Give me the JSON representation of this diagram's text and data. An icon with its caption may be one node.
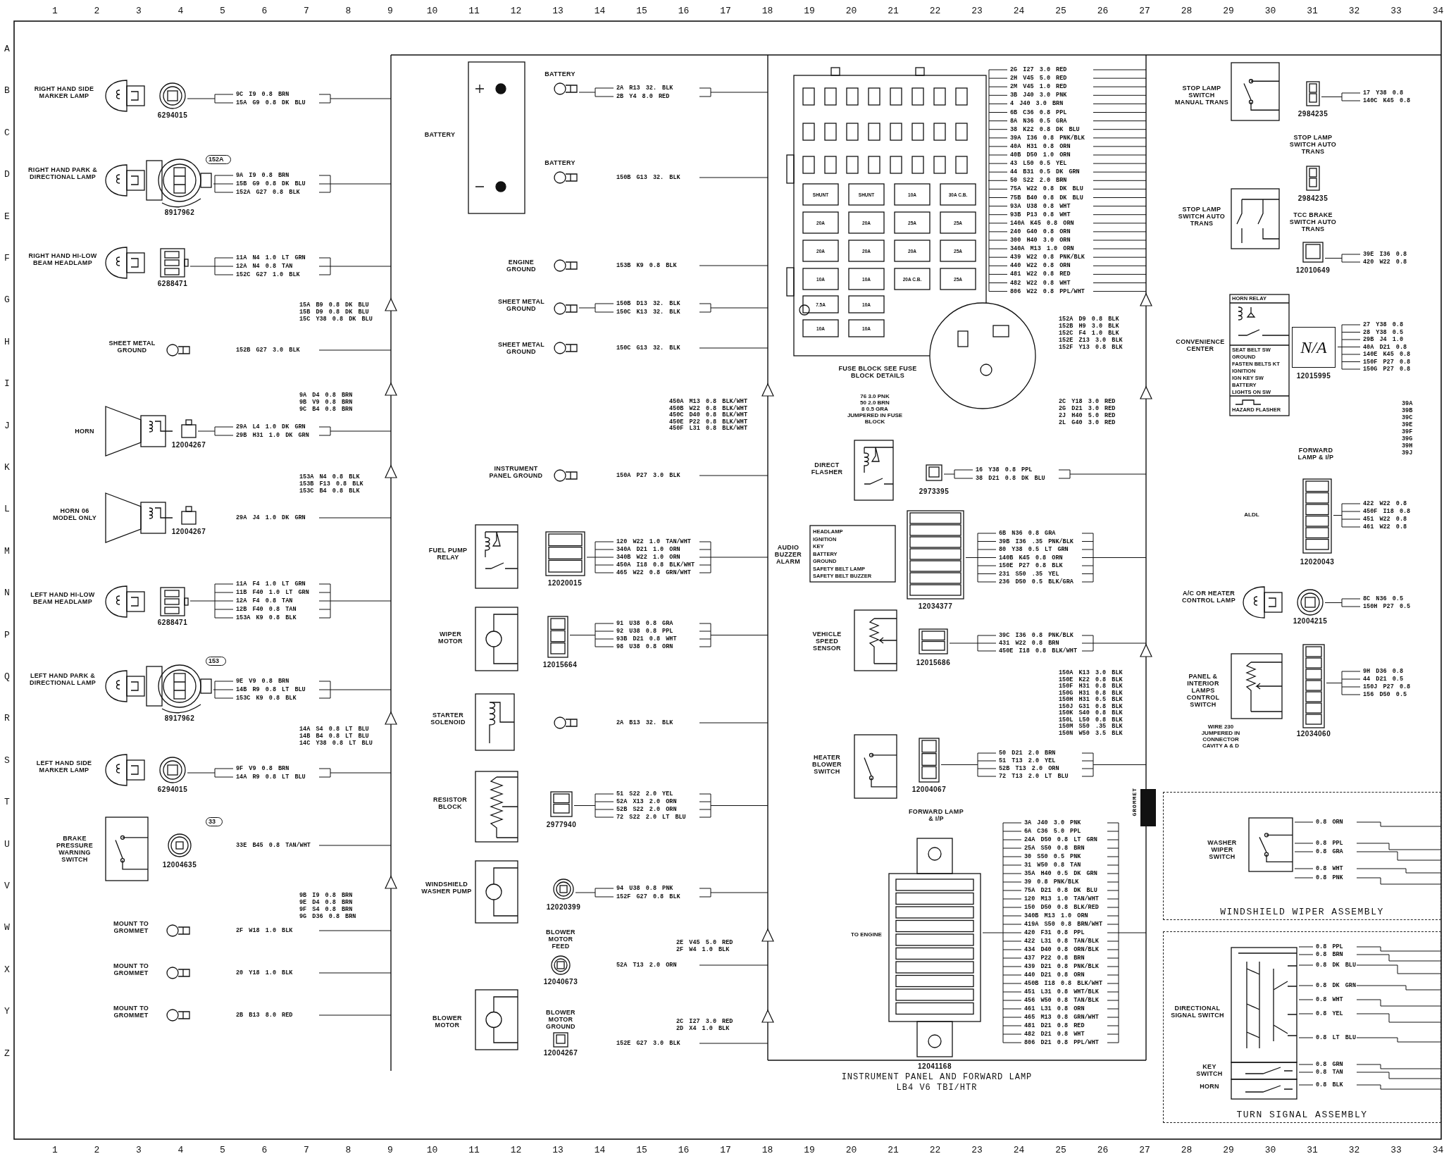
{
  "diagram": {
    "title": "INSTRUMENT PANEL AND FORWARD LAMP LB4 V6 TBI/HTR",
    "nodes": [
      {
        "text": [
          "RIGHT HAND SIDE MARKER LAMP"
        ]
      },
      {
        "text": [
          "RIGHT HAND PARK & DIRECTIONAL LAMP"
        ]
      },
      {
        "text": [
          "RIGHT HAND HI-LOW BEAM HEADLAMP"
        ]
      },
      {
        "text": [
          "SHEET METAL GROUND"
        ]
      },
      {
        "text": [
          "HORN"
        ]
      },
      {
        "text": [
          "HORN 06 MODEL ONLY"
        ]
      },
      {
        "text": [
          "LEFT HAND HI-LOW BEAM HEADLAMP"
        ]
      },
      {
        "text": [
          "LEFT HAND PARK & DIRECTIONAL LAMP"
        ]
      },
      {
        "text": [
          "LEFT HAND SIDE MARKER LAMP"
        ]
      },
      {
        "text": [
          "BRAKE PRESSURE WARNING SWITCH"
        ]
      },
      {
        "text": [
          "MOUNT TO GROMMET"
        ]
      },
      {
        "text": [
          "MOUNT TO GROMMET"
        ]
      },
      {
        "text": [
          "MOUNT TO GROMMET"
        ]
      },
      {
        "text": [
          "BATTERY"
        ]
      },
      {
        "text": [
          "BATTERY"
        ]
      },
      {
        "text": [
          "BATTERY"
        ]
      },
      {
        "text": [
          "ENGINE GROUND"
        ]
      },
      {
        "text": [
          "SHEET METAL GROUND"
        ]
      },
      {
        "text": [
          "SHEET METAL GROUND"
        ]
      },
      {
        "text": [
          "INSTRUMENT PANEL GROUND"
        ]
      },
      {
        "text": [
          "FUEL PUMP RELAY"
        ]
      },
      {
        "text": [
          "WIPER MOTOR"
        ]
      },
      {
        "text": [
          "STARTER SOLENOID"
        ]
      },
      {
        "text": [
          "RESISTOR BLOCK"
        ]
      },
      {
        "text": [
          "WINDSHIELD WASHER PUMP"
        ]
      },
      {
        "text": [
          "BLOWER MOTOR FEED"
        ]
      },
      {
        "text": [
          "BLOWER MOTOR"
        ]
      },
      {
        "text": [
          "BLOWER MOTOR GROUND"
        ]
      },
      {
        "text": [
          "FUSE BLOCK SEE FUSE BLOCK DETAILS"
        ]
      },
      {
        "text": [
          "DIRECT FLASHER"
        ]
      },
      {
        "text": [
          "AUDIO BUZZER ALARM"
        ]
      },
      {
        "text": [
          "VEHICLE SPEED SENSOR"
        ]
      },
      {
        "text": [
          "HEATER BLOWER SWITCH"
        ]
      },
      {
        "text": [
          "FORWARD LAMP & I/P"
        ]
      },
      {
        "text": [
          "STOP LAMP SWITCH MANUAL TRANS"
        ]
      },
      {
        "text": [
          "STOP LAMP SWITCH AUTO TRANS"
        ]
      },
      {
        "text": [
          "STOP LAMP SWITCH AUTO TRANS"
        ]
      },
      {
        "text": [
          "TCC BRAKE SWITCH AUTO TRANS"
        ]
      },
      {
        "text": [
          "CONVENIENCE CENTER"
        ]
      },
      {
        "text": [
          "FORWARD LAMP & I/P"
        ]
      },
      {
        "text": [
          "A/C OR HEATER CONTROL LAMP"
        ]
      },
      {
        "text": [
          "PANEL & INTERIOR LAMPS CONTROL SWITCH"
        ]
      },
      {
        "text": [
          "WINDSHIELD WIPER ASSEMBLY"
        ]
      },
      {
        "text": [
          "WASHER WIPER SWITCH"
        ],
        "in": 42
      },
      {
        "text": [
          "TURN SIGNAL ASSEMBLY"
        ]
      },
      {
        "text": [
          "DIRECTIONAL SIGNAL SWITCH"
        ],
        "in": 44
      },
      {
        "text": [
          "KEY SWITCH"
        ],
        "in": 44
      },
      {
        "text": [
          "HORN"
        ],
        "in": 44
      }
    ],
    "labels": [
      "1",
      "2",
      "3",
      "4",
      "5",
      "6",
      "7",
      "8",
      "9",
      "10",
      "11",
      "12",
      "13",
      "14",
      "15",
      "16",
      "17",
      "18",
      "19",
      "20",
      "21",
      "22",
      "23",
      "24",
      "25",
      "26",
      "27",
      "28",
      "29",
      "30",
      "31",
      "32",
      "33",
      "34",
      "A",
      "B",
      "C",
      "D",
      "E",
      "F",
      "G",
      "H",
      "I",
      "J",
      "K",
      "L",
      "M",
      "N",
      "P",
      "Q",
      "R",
      "S",
      "T",
      "U",
      "V",
      "W",
      "X",
      "Y",
      "Z",
      "15A B9 0.8 DK BLU",
      "15B D9 0.8 DK BLU",
      "15C Y38 0.8 DK BLU",
      "9A D4 0.8 BRN",
      "9B V9 0.8 BRN",
      "9C B4 0.8 BRN",
      "153A N4 0.8 BLK",
      "153B F13 0.8 BLK",
      "153C B4 0.8 BLK",
      "14A S4 0.8 LT BLU",
      "14B B4 0.8 LT BLU",
      "14C Y38 0.8 LT BLU",
      "9B I9 0.8 BRN",
      "9E D4 0.8 BRN",
      "9F S4 0.8 BRN",
      "9G D36 0.8 BRN",
      "152A",
      "153",
      "33",
      "450A M13 0.8 BLK/WHT",
      "450B W22 0.8 BLK/WHT",
      "450C D40 0.8 BLK/WHT",
      "450E P22 0.8 BLK/WHT",
      "450F L31 0.8 BLK/WHT",
      "2E V45 5.0 RED",
      "2F W4 1.0 BLK",
      "2C I27 3.0 RED",
      "2D X4 1.0 BLK",
      "SHUNT",
      "SHUNT",
      "10A",
      "30A C.B.",
      "20A",
      "20A",
      "25A",
      "25A",
      "20A",
      "20A",
      "20A",
      "25A",
      "10A",
      "10A",
      "20A C.B.",
      "25A",
      "7.5A",
      "10A",
      "10A",
      "10A",
      "152A D9 0.8 BLK",
      "152B H9 3.0 BLK",
      "152C F4 1.0 BLK",
      "152E Z13 3.0 BLK",
      "152F Y13 0.8 BLK",
      "2C Y18 3.0 RED",
      "2G D21 3.0 RED",
      "2J H40 5.0 RED",
      "2L G40 3.0 RED",
      "76 3.0 PNK",
      "50 2.0 BRN",
      "8 0.5 GRA",
      "JUMPERED IN FUSE BLOCK",
      "HEADLAMP",
      "IGNITION",
      "KEY",
      "BATTERY",
      "GROUND",
      "SAFETY BELT LAMP",
      "SAFETY BELT BUZZER",
      "150A K13 3.0 BLK",
      "150E K22 0.8 BLK",
      "150F H31 0.8 BLK",
      "150G H31 0.8 BLK",
      "150H H31 0.5 BLK",
      "150J G31 0.8 BLK",
      "150K S40 0.8 BLK",
      "150L L50 0.8 BLK",
      "150M S50 .35 BLK",
      "150N W50 3.5 BLK",
      "GROMMET",
      "TO ENGINE",
      "ALDL",
      "N/A",
      "HORN RELAY",
      "SEAT BELT SW",
      "GROUND",
      "FASTEN BELTS KT",
      "IGNITION",
      "IGN KEY SW",
      "BATTERY",
      "LIGHTS ON SW",
      "HAZARD FLASHER",
      "39A",
      "39B",
      "39C",
      "39E",
      "39F",
      "39G",
      "39H",
      "39J",
      "WIRE 230 JUMPERED IN CONNECTOR CAVITY A & D",
      "1",
      "2",
      "3",
      "4",
      "5",
      "6",
      "7",
      "8",
      "9",
      "10",
      "11",
      "12",
      "13",
      "14",
      "15",
      "16",
      "17",
      "18",
      "19",
      "20",
      "21",
      "22",
      "23",
      "24",
      "25",
      "26",
      "27",
      "28",
      "29",
      "30",
      "31",
      "32",
      "33",
      "34",
      "6294015",
      "9C I9 0.8 BRN",
      "15A G9 0.8 DK BLU",
      "8917962",
      "9A I9 0.8 BRN",
      "15B G9 0.8 DK BLU",
      "152A G27 0.8 BLK",
      "6288471",
      "11A N4 1.0 LT GRN",
      "12A N4 0.8 TAN",
      "152C G27 1.0 BLK",
      "152B G27 3.0 BLK",
      "12004267",
      "29A L4 1.0 DK GRN",
      "29B H31 1.0 DK GRN",
      "12004267",
      "29A J4 1.0 DK GRN",
      "6288471",
      "11A F4 1.0 LT GRN",
      "11B F40 1.0 LT GRN",
      "12A F4 0.8 TAN",
      "12B F40 0.8 TAN",
      "153A K9 0.8 BLK",
      "8917962",
      "9E V9 0.8 BRN",
      "14B R9 0.8 LT BLU",
      "153C K9 0.8 BLK",
      "6294015",
      "9F V9 0.8 BRN",
      "14A R9 0.8 LT BLU",
      "12004635",
      "33E B45 0.8 TAN/WHT",
      "2F W18 1.0 BLK",
      "20 Y18 1.0 BLK",
      "2B B13 8.0 RED",
      "2A R13 32. BLK",
      "2B Y4 8.0 RED",
      "150B G13 32. BLK",
      "153B K9 0.8 BLK",
      "150B D13 32. BLK",
      "150C K13 32. BLK",
      "150C G13 32. BLK",
      "150A P27 3.0 BLK",
      "12020015",
      "120 W22 1.0 TAN/WHT",
      "340A D21 1.0 ORN",
      "340B W22 1.0 ORN",
      "450A I18 0.8 BLK/WHT",
      "465 W22 0.8 GRN/WHT",
      "12015664",
      "91 U38 0.8 GRA",
      "92 U38 0.8 PPL",
      "93B D21 0.8 WHT",
      "98 U38 0.8 ORN",
      "2A B13 32. BLK",
      "2977940",
      "51 S22 2.0 YEL",
      "52A X13 2.0 ORN",
      "52B S22 2.0 ORN",
      "72 S22 2.0 LT BLU",
      "12020399",
      "94 U38 0.8 PNK",
      "152F G27 0.8 BLK",
      "12040673",
      "52A T13 2.0 ORN",
      "12004267",
      "152E G27 3.0 BLK",
      "2G I27 3.0 RED",
      "2H V45 5.0 RED",
      "2M V45 1.0 RED",
      "3B J40 3.0 PNK",
      "4 J40 3.0 BRN",
      "6B C36 0.8 PPL",
      "8A N36 0.5 GRA",
      "38 K22 0.8 DK BLU",
      "39A I36 0.8 PNK/BLK",
      "40A H31 0.8 ORN",
      "40B D50 1.0 ORN",
      "43 L50 0.5 YEL",
      "44 B31 0.5 DK GRN",
      "50 S22 2.0 BRN",
      "75A W22 0.8 DK BLU",
      "75B B40 0.8 DK BLU",
      "93A U38 0.8 WHT",
      "93B P13 0.8 WHT",
      "140A K45 0.8 ORN",
      "240 G40 0.8 ORN",
      "300 H40 3.0 ORN",
      "340A M13 1.0 ORN",
      "439 W22 0.8 PNK/BLK",
      "440 W22 0.8 ORN",
      "481 W22 0.8 RED",
      "482 W22 0.8 WHT",
      "806 W22 0.8 PPL/WHT",
      "2973395",
      "16 Y38 0.8 PPL",
      "38 D21 0.8 DK BLU",
      "12034377",
      "6B N36 0.8 GRA",
      "39B I36 .35 PNK/BLK",
      "80 Y38 0.5 LT GRN",
      "140B K45 0.8 ORN",
      "150E P27 0.8 BLK",
      "231 S50 .35 YEL",
      "236 D50 0.5 BLK/GRA",
      "12015686",
      "39C I36 0.8 PNK/BLK",
      "431 W22 0.8 BRN",
      "450E I18 0.8 BLK/WHT",
      "12004067",
      "50 D21 2.0 BRN",
      "51 T13 2.0 YEL",
      "52B T13 2.0 ORN",
      "72 T13 2.0 LT BLU",
      "12041168",
      "3A J40 3.0 PNK",
      "6A C36 5.0 PPL",
      "24A D50 0.8 LT GRN",
      "25A S50 0.8 BRN",
      "30 S50 0.5 PNK",
      "31 W50 0.8 TAN",
      "35A H40 0.5 DK GRN",
      "39 0.8 PNK/BLK",
      "75A D21 0.8 DK BLU",
      "120 M13 1.0 TAN/WHT",
      "150 D50 0.8 BLK/RED",
      "340B M13 1.0 ORN",
      "419A S50 0.8 BRN/WHT",
      "420 F31 0.8 PPL",
      "422 L31 0.8 TAN/BLK",
      "434 D40 0.8 ORN/BLK",
      "437 P22 0.8 BRN",
      "439 D21 0.8 PNK/BLK",
      "440 D21 0.8 ORN",
      "450B I18 0.8 BLK/WHT",
      "451 L31 0.8 WHT/BLK",
      "456 W50 0.8 TAN/BLK",
      "461 L31 0.8 ORN",
      "465 M13 0.8 GRN/WHT",
      "481 D21 0.8 RED",
      "482 D21 0.8 WHT",
      "806 D21 0.8 PPL/WHT",
      "2984235",
      "17 Y38 0.8",
      "140C K45 0.8",
      "2984235",
      "12010649",
      "39E I36 0.8",
      "420 W22 0.8",
      "12015995",
      "27 Y38 0.8",
      "28 Y38 0.5",
      "29B J4 1.0",
      "40A D21 0.8",
      "140E K45 0.8",
      "150F P27 0.8",
      "150G P27 0.8",
      "12020043",
      "422 W22 0.8",
      "450F I18 0.8",
      "451 W22 0.8",
      "461 W22 0.8",
      "12004215",
      "8C N36 0.5",
      "150H P27 0.5",
      "12034060",
      "9H D36 0.8",
      "44 D21 0.5",
      "150J P27 0.8",
      "156 D50 0.5",
      "0.8 ORN",
      "0.8 PPL",
      "0.8 GRA",
      "0.8 WHT",
      "0.8 PNK",
      "0.8 PPL",
      "0.8 BRN",
      "0.8 DK BLU",
      "0.8 DK GRN",
      "0.8 WHT",
      "0.8 YEL",
      "0.8 LT BLU",
      "0.8 GRN",
      "0.8 TAN",
      "0.8 BLK"
    ]
  }
}
